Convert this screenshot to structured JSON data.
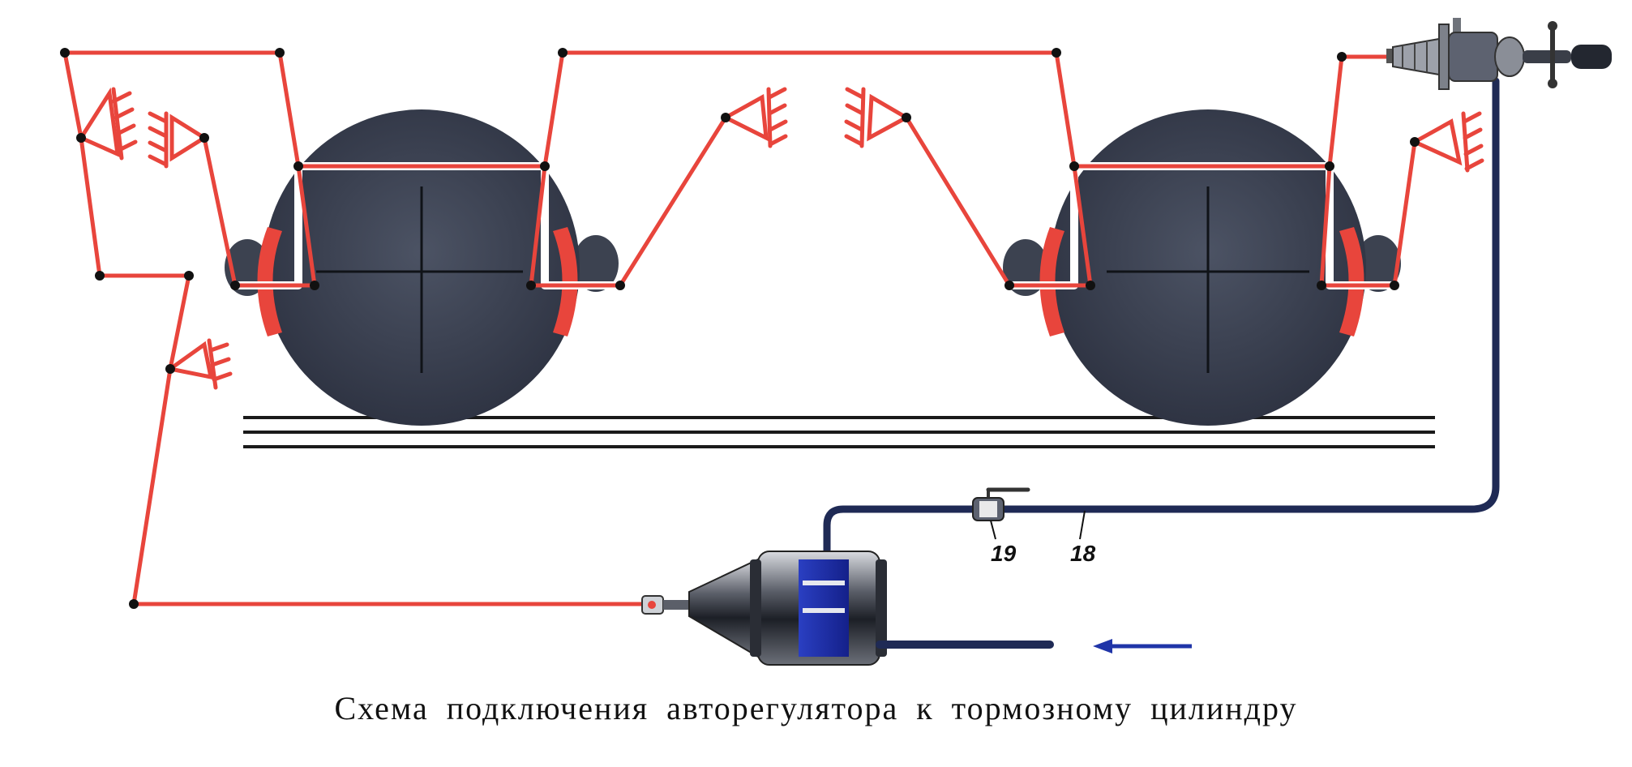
{
  "caption": "Схема подключения авторегулятора к тормозному цилиндру",
  "callouts": {
    "valve_number": "19",
    "pipe_number": "18"
  },
  "colors": {
    "linkage": "#e8453c",
    "shoe": "#e8453c",
    "wheel": "#3c4250",
    "pipe": "#1f2a55",
    "cylinder": "#1e2fa8",
    "arrow": "#2035a8",
    "rail": "#1a1a1a"
  }
}
